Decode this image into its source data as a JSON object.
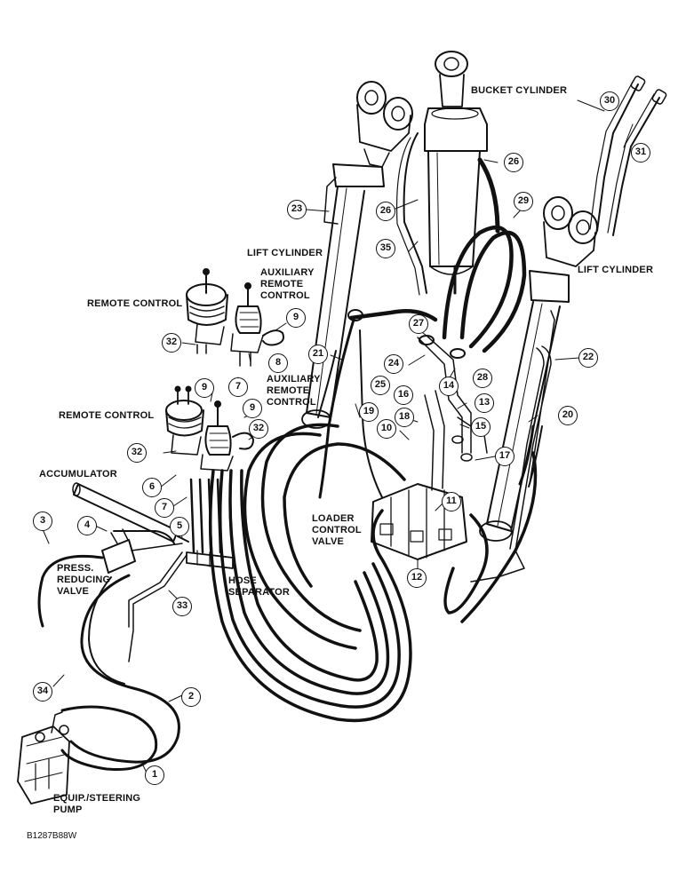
{
  "labels": {
    "bucket_cylinder": "BUCKET CYLINDER",
    "lift_cylinder_left": "LIFT CYLINDER",
    "lift_cylinder_right": "LIFT CYLINDER",
    "remote_control_top": "REMOTE CONTROL",
    "aux_remote_control_top": [
      "AUXILIARY",
      "REMOTE",
      "CONTROL"
    ],
    "aux_remote_control_mid": [
      "AUXILIARY",
      "REMOTE",
      "CONTROL"
    ],
    "remote_control_mid": "REMOTE CONTROL",
    "accumulator": "ACCUMULATOR",
    "press_reducing_valve": [
      "PRESS.",
      "REDUCING",
      "VALVE"
    ],
    "hose_separator": [
      "HOSE",
      "SEPARATOR"
    ],
    "loader_control_valve": [
      "LOADER",
      "CONTROL",
      "VALVE"
    ],
    "pump": [
      "EQUIP./STEERING",
      "PUMP"
    ]
  },
  "callouts": [
    "1",
    "2",
    "3",
    "4",
    "5",
    "6",
    "7",
    "7",
    "8",
    "9",
    "9",
    "9",
    "10",
    "11",
    "12",
    "13",
    "14",
    "15",
    "16",
    "17",
    "18",
    "19",
    "20",
    "21",
    "22",
    "23",
    "24",
    "25",
    "26",
    "26",
    "27",
    "28",
    "29",
    "30",
    "31",
    "32",
    "32",
    "32",
    "33",
    "34",
    "35"
  ],
  "figure_code": "B1287B88W"
}
